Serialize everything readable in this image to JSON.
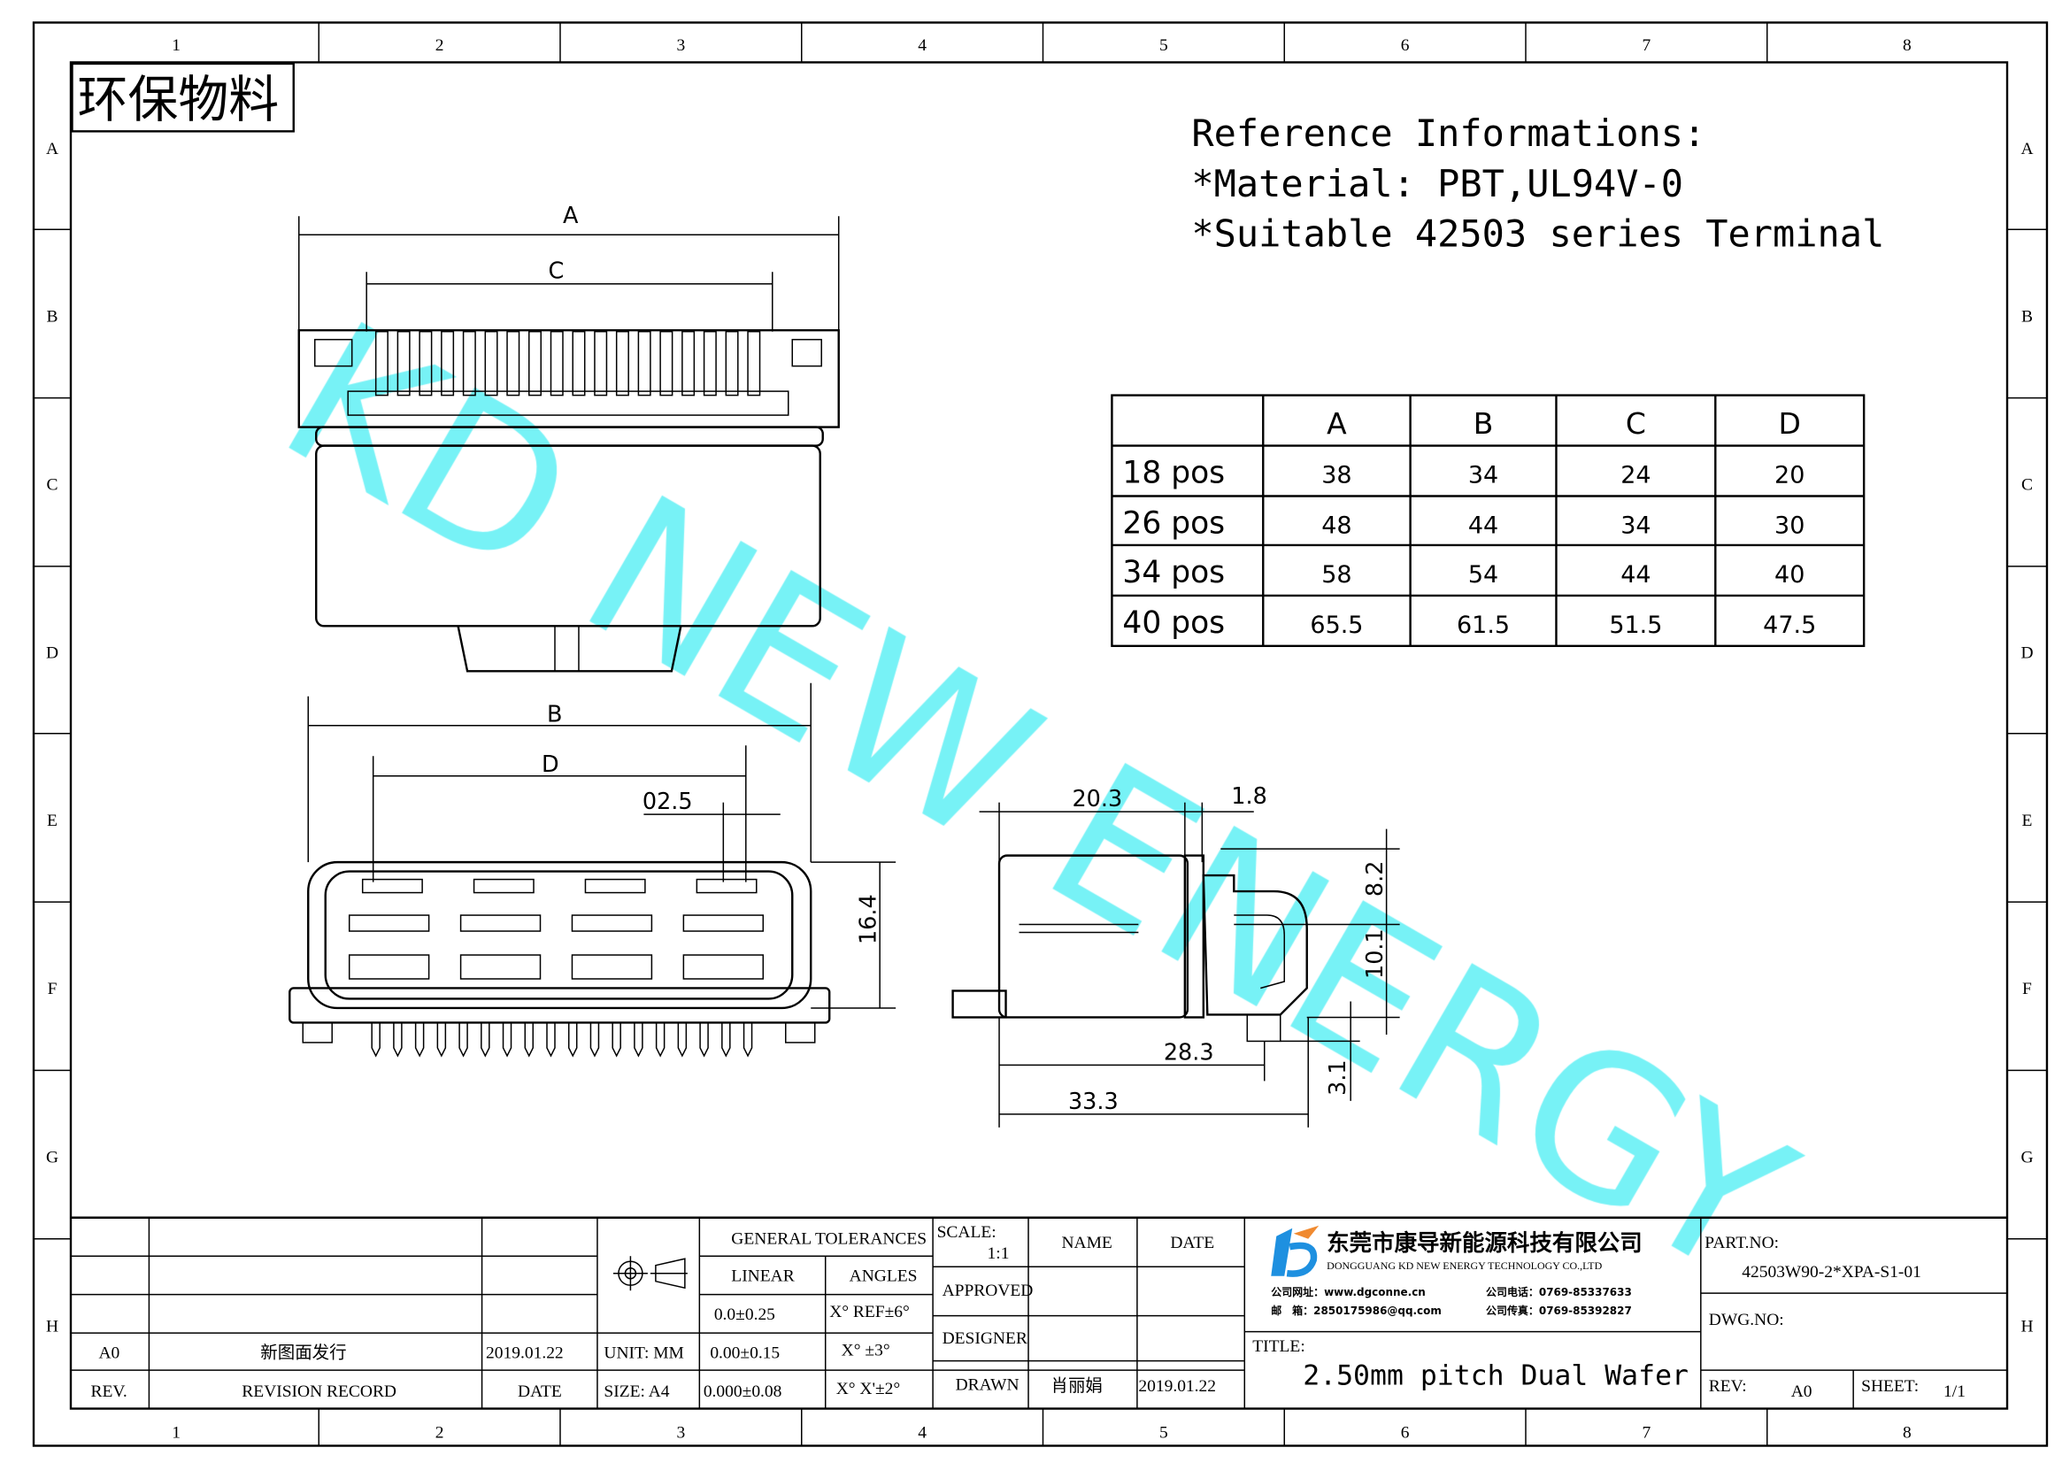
{
  "border": {
    "columns": [
      "1",
      "2",
      "3",
      "4",
      "5",
      "6",
      "7",
      "8"
    ],
    "rows": [
      "A",
      "B",
      "C",
      "D",
      "E",
      "F",
      "G",
      "H"
    ]
  },
  "stamp": "环保物料",
  "reference": {
    "line1": "Reference Informations:",
    "line2": "*Material: PBT,UL94V-0",
    "line3": "*Suitable 42503 series Terminal"
  },
  "watermark": "KD NEW ENERGY",
  "watermark_color": "#5ff0f5",
  "dimensions": {
    "A": "A",
    "B": "B",
    "C": "C",
    "D": "D",
    "pitch": "02.5",
    "h164": "16.4",
    "d203": "20.3",
    "d18": "1.8",
    "d82": "8.2",
    "d101": "10.1",
    "d283": "28.3",
    "d333": "33.3",
    "d31": "3.1"
  },
  "size_table": {
    "headers": [
      "",
      "A",
      "B",
      "C",
      "D"
    ],
    "rows": [
      [
        "18 pos",
        "38",
        "34",
        "24",
        "20"
      ],
      [
        "26 pos",
        "48",
        "44",
        "34",
        "30"
      ],
      [
        "34 pos",
        "58",
        "54",
        "44",
        "40"
      ],
      [
        "40 pos",
        "65.5",
        "61.5",
        "51.5",
        "47.5"
      ]
    ]
  },
  "title_block": {
    "rev_row": {
      "rev": "A0",
      "record": "新图面发行",
      "date": "2019.01.22"
    },
    "rev_header": {
      "rev": "REV.",
      "record": "REVISION RECORD",
      "date": "DATE"
    },
    "unit": "UNIT: MM",
    "size": "SIZE: A4",
    "general_tolerances": "GENERAL TOLERANCES",
    "linear": "LINEAR",
    "angles": "ANGLES",
    "tol": [
      [
        "0.0±0.25",
        "X° REF±6°"
      ],
      [
        "0.00±0.15",
        "X° ±3°"
      ],
      [
        "0.000±0.08",
        "X° X'±2°"
      ]
    ],
    "scale_label": "SCALE:",
    "scale": "1:1",
    "name": "NAME",
    "date": "DATE",
    "approved": "APPROVED",
    "designer": "DESIGNER",
    "drawn": "DRAWN",
    "drawn_name": "肖丽娟",
    "drawn_date": "2019.01.22",
    "company_cn": "东莞市康导新能源科技有限公司",
    "company_en": "DONGGUANG KD NEW ENERGY TECHNOLOGY CO.,LTD",
    "web": "公司网址：www.dgconne.cn",
    "phone": "公司电话：0769-85337633",
    "email": "邮　箱：2850175986@qq.com",
    "fax": "公司传真：0769-85392827",
    "title_label": "TITLE:",
    "title": "2.50mm pitch Dual Wafer",
    "part_no_label": "PART.NO:",
    "part_no": "42503W90-2*XPA-S1-01",
    "dwg_no_label": "DWG.NO:",
    "rev_label": "REV:",
    "rev": "A0",
    "sheet_label": "SHEET:",
    "sheet": "1/1",
    "logo_color": "#1e90e0"
  }
}
